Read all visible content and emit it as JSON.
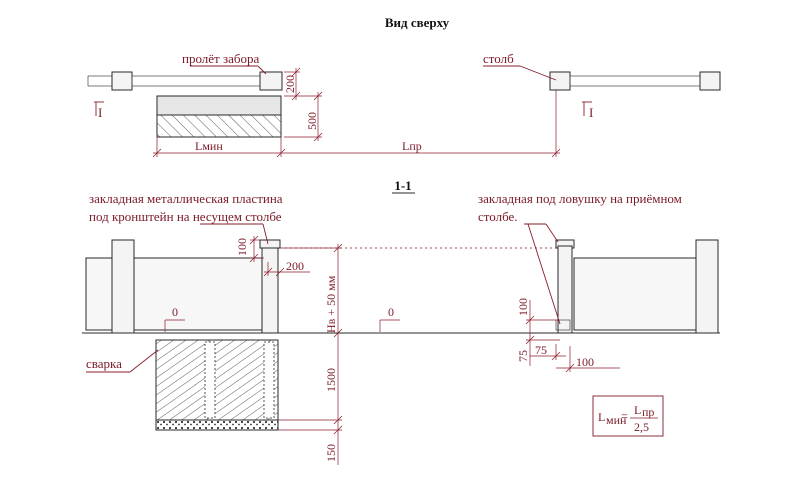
{
  "title": "Вид сверху",
  "section_label": "1-1",
  "labels": {
    "span": "пролёт забора",
    "post": "столб",
    "plate_line1": "закладная металлическая пластина",
    "plate_line2": "под кронштейн на несущем столбе",
    "trap_line1": "закладная под ловушку на приёмном",
    "trap_line2": "столбе.",
    "weld": "сварка",
    "marker": "I",
    "marker2": "I"
  },
  "dimensions": {
    "d200_top": "200",
    "d500": "500",
    "lmin": "Lмин",
    "lpr": "Lпр",
    "d100_a": "100",
    "d200_b": "200",
    "hv": "Нв + 50 мм",
    "zero_a": "0",
    "zero_b": "0",
    "d1500": "1500",
    "d150": "150",
    "d100_c": "100",
    "d75_a": "75",
    "d75_b": "75",
    "d100_d": "100"
  },
  "formula": {
    "lhs": "L",
    "lhs_sub": "мин",
    "eq": "=",
    "num": "L",
    "num_sub": "пр",
    "den": "2,5"
  }
}
